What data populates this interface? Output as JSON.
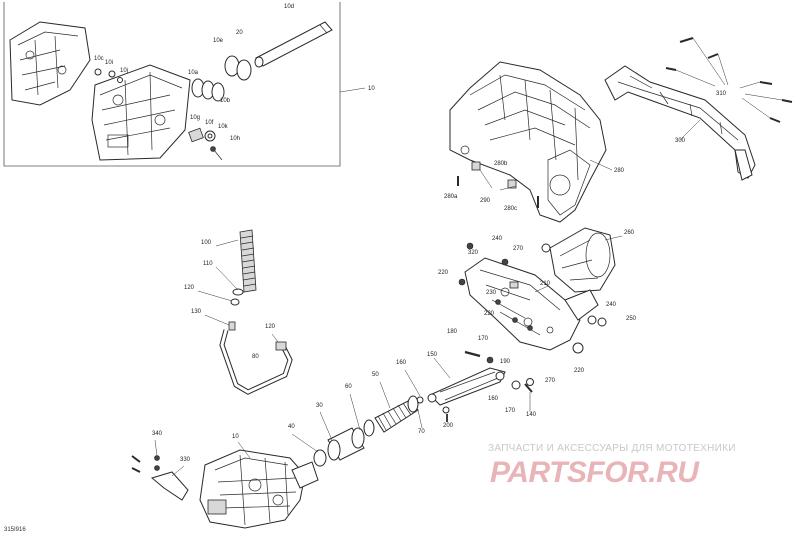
{
  "diagram": {
    "code": "315I916",
    "watermark": {
      "tagline": "ЗАПЧАСТИ И АКСЕССУАРЫ ДЛЯ МОТОТЕХНИКИ",
      "logo": "PARTSFOR.RU"
    },
    "labels": {
      "p10": "10",
      "p10_inset": "10",
      "p10a": "10a",
      "p10b": "10b",
      "p10c": "10c",
      "p10d": "10d",
      "p10e": "10e",
      "p10f": "10f",
      "p10g": "10g",
      "p10h": "10h",
      "p10i": "10i",
      "p10j": "10j",
      "p10k": "10k",
      "p20": "20",
      "p30": "30",
      "p40": "40",
      "p50": "50",
      "p60": "60",
      "p70": "70",
      "p80": "80",
      "p100": "100",
      "p110": "110",
      "p120a": "120",
      "p120b": "120",
      "p130": "130",
      "p140": "140",
      "p150": "150",
      "p160a": "160",
      "p160b": "160",
      "p170a": "170",
      "p170b": "170",
      "p180": "180",
      "p190": "190",
      "p200": "200",
      "p210": "210",
      "p220a": "220",
      "p220b": "220",
      "p220c": "220",
      "p230": "230",
      "p240a": "240",
      "p240b": "240",
      "p250": "250",
      "p260": "260",
      "p270a": "270",
      "p270b": "270",
      "p280": "280",
      "p280a": "280a",
      "p280b": "280b",
      "p280c": "280c",
      "p290": "290",
      "p300": "300",
      "p310": "310",
      "p320": "320",
      "p330": "330",
      "p340": "340"
    }
  }
}
